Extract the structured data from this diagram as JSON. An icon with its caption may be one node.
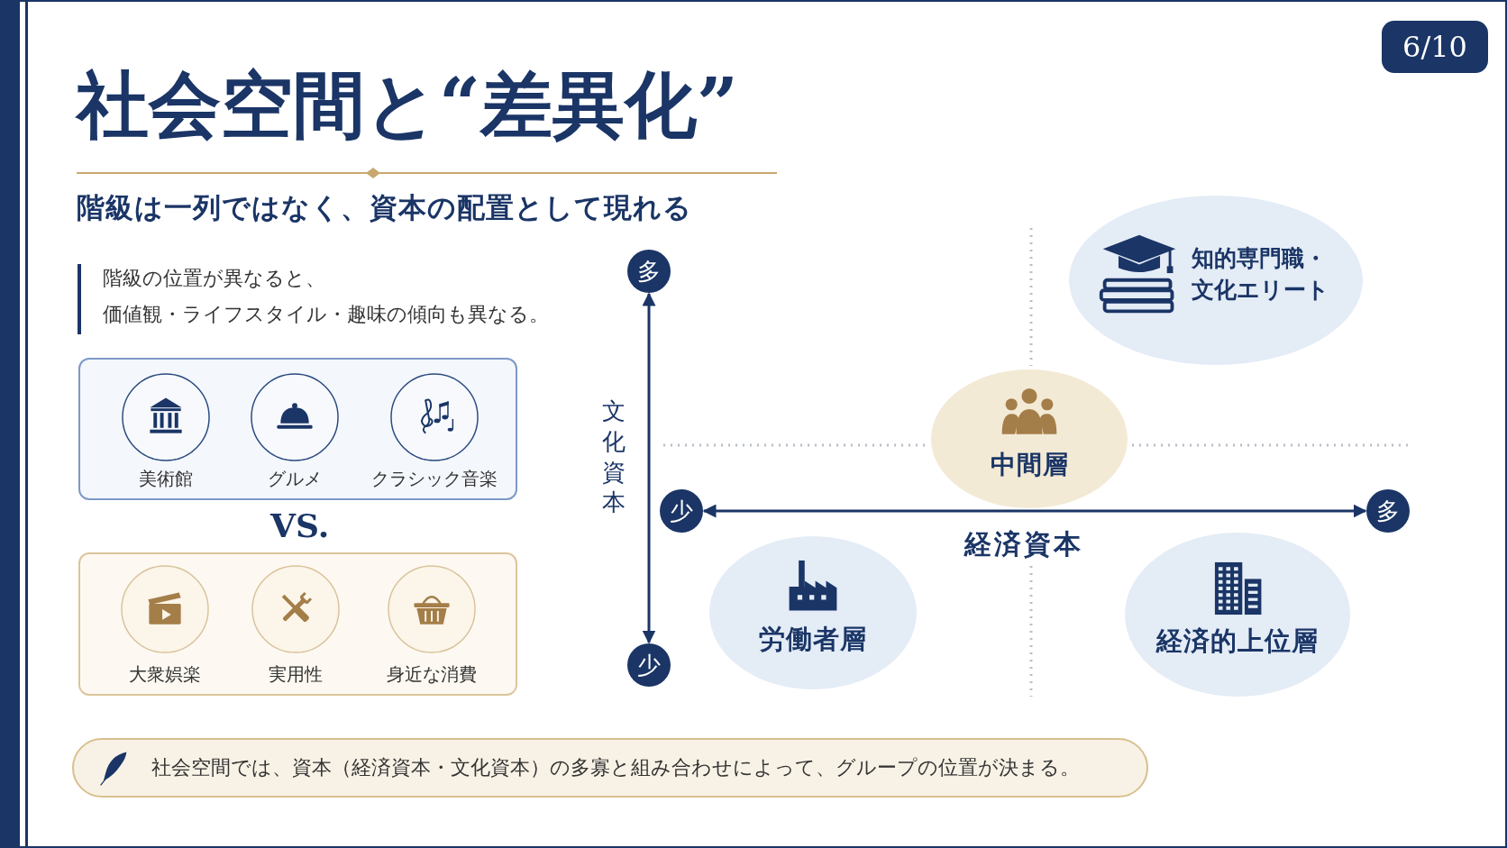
{
  "diagram": {
    "title": "社会空間と“差異化”",
    "nodes": [
      {
        "text": [
          "6/10"
        ]
      },
      {
        "text": [
          "美術館",
          "グルメ",
          "クラシック音楽"
        ]
      },
      {
        "text": [
          "大衆娯楽",
          "実用性",
          "身近な消費"
        ]
      },
      {
        "text": [
          "多"
        ]
      },
      {
        "text": [
          "知的専門職・文化エリート"
        ]
      },
      {
        "text": [
          "中間層"
        ]
      },
      {
        "text": [
          "少"
        ]
      },
      {
        "text": [
          "多"
        ]
      },
      {
        "text": [
          "労働者層"
        ]
      },
      {
        "text": [
          "経済的上位層"
        ]
      },
      {
        "text": [
          "少"
        ]
      },
      {
        "text": [
          "社会空間では、資本（経済資本・文化資本）の多寡と組み合わせによって、グループの位置が決まる。"
        ]
      }
    ],
    "edges": [
      {
        "from": 3,
        "to": 10,
        "arrow": "both"
      },
      {
        "from": 6,
        "to": 7,
        "arrow": "both"
      }
    ],
    "labels": [
      "階級は一列ではなく、資本の配置として現れる",
      "階級の位置が異なると、",
      "価値観・ライフスタイル・趣味の傾向も異なる。",
      "VS.",
      "文化資本",
      "経済資本"
    ]
  }
}
